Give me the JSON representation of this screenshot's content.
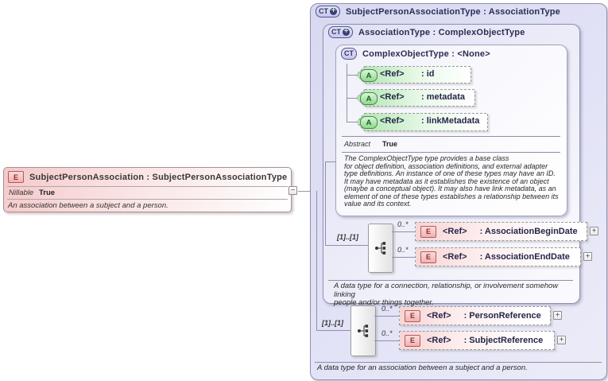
{
  "left_element": {
    "badge": "E",
    "title": "SubjectPersonAssociation : SubjectPersonAssociationType",
    "nillable_label": "Nillable",
    "nillable_value": "True",
    "description": "An association between a subject and a person.",
    "collapse_toggle": "−"
  },
  "spa_type": {
    "badge": "CT",
    "badge_plus": "+",
    "title": "SubjectPersonAssociationType : AssociationType",
    "footer": "A data type for an association between a subject and a person.",
    "sequence": {
      "cardinality": "[1]..[1]",
      "children": [
        {
          "cardinality": "0..*",
          "badge": "E",
          "ref": "<Ref>",
          "label": ": PersonReference",
          "expand_toggle": "+"
        },
        {
          "cardinality": "0..*",
          "badge": "E",
          "ref": "<Ref>",
          "label": ": SubjectReference",
          "expand_toggle": "+"
        }
      ]
    },
    "association_type": {
      "badge": "CT",
      "badge_plus": "+",
      "title": "AssociationType : ComplexObjectType",
      "footer": "A data type for a connection, relationship, or involvement somehow linking\npeople and/or things together.",
      "sequence": {
        "cardinality": "[1]..[1]",
        "children": [
          {
            "cardinality": "0..*",
            "badge": "E",
            "ref": "<Ref>",
            "label": ": AssociationBeginDate",
            "expand_toggle": "+"
          },
          {
            "cardinality": "0..*",
            "badge": "E",
            "ref": "<Ref>",
            "label": ": AssociationEndDate",
            "expand_toggle": "+"
          }
        ]
      },
      "complex_object_type": {
        "badge": "CT",
        "title": "ComplexObjectType : <None>",
        "attributes": [
          {
            "badge": "A",
            "ref": "<Ref>",
            "label": ": id"
          },
          {
            "badge": "A",
            "ref": "<Ref>",
            "label": ": metadata"
          },
          {
            "badge": "A",
            "ref": "<Ref>",
            "label": ": linkMetadata"
          }
        ],
        "abstract_label": "Abstract",
        "abstract_value": "True",
        "description": "The ComplexObjectType type provides a base class\nfor object definition, association definitions, and external adapter\ntype definitions. An instance of one of these types may have an ID.\nIt may have metadata as it establishes the existence of an object\n(maybe a conceptual object). It may also have link metadata, as an\nelement of one of these types establishes a relationship between its\nvalue and its context."
      }
    }
  }
}
